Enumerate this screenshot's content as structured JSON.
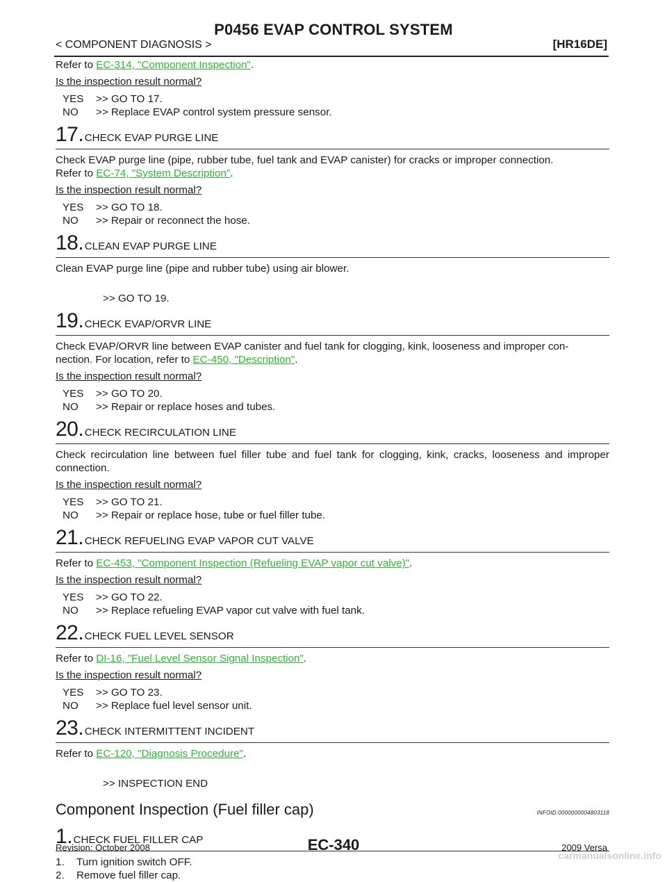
{
  "header": {
    "title": "P0456 EVAP CONTROL SYSTEM",
    "section": "< COMPONENT DIAGNOSIS >",
    "engine": "[HR16DE]"
  },
  "intro": {
    "refer_prefix": "Refer to ",
    "link": "EC-314, \"Component Inspection\"",
    "suffix": ".",
    "question": "Is the inspection result normal?",
    "yes_key": "YES",
    "yes_text": ">> GO TO 17.",
    "no_key": "NO",
    "no_text": ">> Replace EVAP control system pressure sensor."
  },
  "steps": {
    "s17": {
      "num": "17",
      "dot": ".",
      "title": "CHECK EVAP PURGE LINE",
      "text1": "Check EVAP purge line (pipe, rubber tube, fuel tank and EVAP canister) for cracks or improper connection.",
      "refer_prefix": "Refer to ",
      "link": "EC-74, \"System Description\"",
      "suffix": ".",
      "question": "Is the inspection result normal?",
      "yes_key": "YES",
      "yes_text": ">> GO TO 18.",
      "no_key": "NO",
      "no_text": ">> Repair or reconnect the hose."
    },
    "s18": {
      "num": "18",
      "dot": ".",
      "title": "CLEAN EVAP PURGE LINE",
      "text1": "Clean EVAP purge line (pipe and rubber tube) using air blower.",
      "goto": ">> GO TO 19."
    },
    "s19": {
      "num": "19",
      "dot": ".",
      "title": "CHECK EVAP/ORVR LINE",
      "text1": "Check EVAP/ORVR line between EVAP canister and fuel tank for clogging, kink, looseness and improper con-",
      "text2_prefix": "nection. For location, refer to ",
      "link": "EC-450, \"Description\"",
      "suffix": ".",
      "question": "Is the inspection result normal?",
      "yes_key": "YES",
      "yes_text": ">> GO TO 20.",
      "no_key": "NO",
      "no_text": ">> Repair or replace hoses and tubes."
    },
    "s20": {
      "num": "20",
      "dot": ".",
      "title": "CHECK RECIRCULATION LINE",
      "text1": "Check recirculation line between fuel filler tube and fuel tank for clogging, kink, cracks, looseness and improper connection.",
      "question": "Is the inspection result normal?",
      "yes_key": "YES",
      "yes_text": ">> GO TO 21.",
      "no_key": "NO",
      "no_text": ">> Repair or replace hose, tube or fuel filler tube."
    },
    "s21": {
      "num": "21",
      "dot": ".",
      "title": "CHECK REFUELING EVAP VAPOR CUT VALVE",
      "refer_prefix": "Refer to ",
      "link": "EC-453, \"Component Inspection (Refueling EVAP vapor cut valve)\"",
      "suffix": ".",
      "question": "Is the inspection result normal?",
      "yes_key": "YES",
      "yes_text": ">> GO TO 22.",
      "no_key": "NO",
      "no_text": ">> Replace refueling EVAP vapor cut valve with fuel tank."
    },
    "s22": {
      "num": "22",
      "dot": ".",
      "title": "CHECK FUEL LEVEL SENSOR",
      "refer_prefix": "Refer to ",
      "link": "DI-16, \"Fuel Level Sensor Signal Inspection\"",
      "suffix": ".",
      "question": "Is the inspection result normal?",
      "yes_key": "YES",
      "yes_text": ">> GO TO 23.",
      "no_key": "NO",
      "no_text": ">> Replace fuel level sensor unit."
    },
    "s23": {
      "num": "23",
      "dot": ".",
      "title": "CHECK INTERMITTENT INCIDENT",
      "refer_prefix": "Refer to ",
      "link": "EC-120, \"Diagnosis Procedure\"",
      "suffix": ".",
      "goto": ">> INSPECTION END"
    }
  },
  "component": {
    "title": "Component Inspection (Fuel filler cap)",
    "infoid": "INFOID:0000000004803118",
    "step": {
      "num": "1",
      "dot": ".",
      "title": "CHECK FUEL FILLER CAP",
      "items": [
        {
          "num": "1.",
          "text": "Turn ignition switch OFF."
        },
        {
          "num": "2.",
          "text": "Remove fuel filler cap."
        }
      ]
    }
  },
  "footer": {
    "revision": "Revision: October 2008",
    "page": "EC-340",
    "model": "2009 Versa",
    "watermark": "carmanualsonline.info"
  }
}
